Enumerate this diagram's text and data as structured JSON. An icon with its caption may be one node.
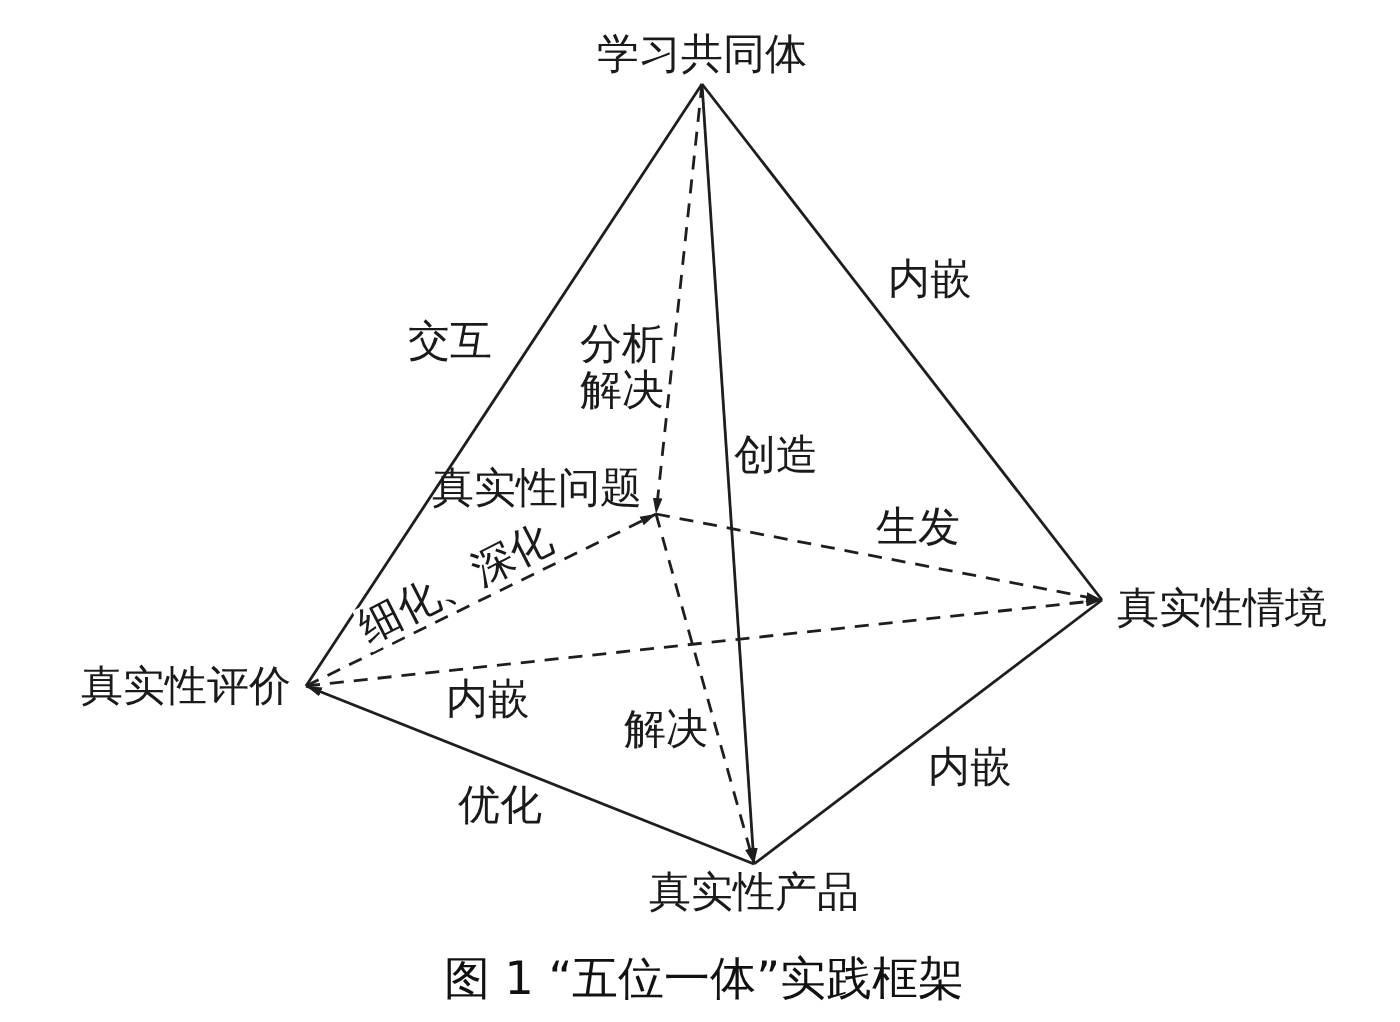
{
  "diagram": {
    "caption": "图 1 “五位一体”实践框架",
    "nodes": [
      {
        "text": [
          "学习共同体"
        ]
      },
      {
        "text": [
          "真实性问题"
        ]
      },
      {
        "text": [
          "真实性情境"
        ]
      },
      {
        "text": [
          "真实性评价"
        ]
      },
      {
        "text": [
          "真实性产品"
        ]
      }
    ],
    "edges": [
      {
        "from": 0,
        "to": 3,
        "label": "交互",
        "arrow": "none"
      },
      {
        "from": 0,
        "to": 2,
        "label": "内嵌",
        "arrow": "none"
      },
      {
        "from": 0,
        "to": 1,
        "label": "分析解决",
        "arrow": "to",
        "style": "dashed"
      },
      {
        "from": 0,
        "to": 4,
        "label": "创造",
        "arrow": "to"
      },
      {
        "from": 3,
        "to": 1,
        "label": "细化、深化",
        "arrow": "to",
        "style": "dashed"
      },
      {
        "from": 1,
        "to": 2,
        "label": "生发",
        "arrow": "to",
        "style": "dashed"
      },
      {
        "from": 3,
        "to": 2,
        "label": "内嵌",
        "arrow": "to",
        "style": "dashed"
      },
      {
        "from": 1,
        "to": 4,
        "label": "解决",
        "arrow": "to",
        "style": "dashed"
      },
      {
        "from": 4,
        "to": 3,
        "label": "优化",
        "arrow": "to"
      },
      {
        "from": 4,
        "to": 2,
        "label": "内嵌",
        "arrow": "none"
      }
    ]
  }
}
